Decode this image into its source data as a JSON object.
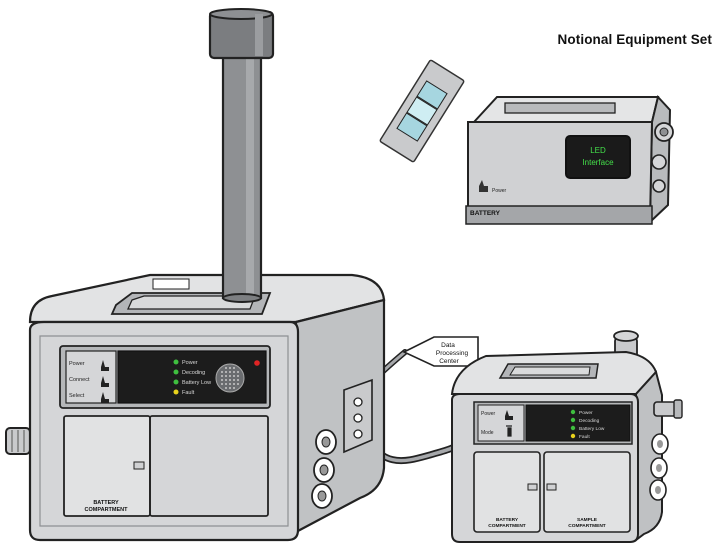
{
  "title": "Notional Equipment Set",
  "large_unit": {
    "button_labels": [
      "Power",
      "Connect",
      "Select"
    ],
    "status_labels": [
      "Power",
      "Decoding",
      "Battery Low",
      "Fault"
    ],
    "compartment_line1": "BATTERY",
    "compartment_line2": "COMPARTMENT"
  },
  "data_center": {
    "line1": "Data",
    "line2": "Processing",
    "line3": "Center"
  },
  "small_unit": {
    "button_labels": [
      "Power",
      "Mode"
    ],
    "status_labels": [
      "Power",
      "Decoding",
      "Battery Low",
      "Fault"
    ],
    "battery_line1": "BATTERY",
    "battery_line2": "COMPARTMENT",
    "sample_line1": "SAMPLE",
    "sample_line2": "COMPARTMENT"
  },
  "battery_box": {
    "led_line1": "LED",
    "led_line2": "Interface",
    "power_label": "Power",
    "battery_label": "BATTERY"
  },
  "colors": {
    "body": "#d5d6d8",
    "body_dark": "#a9abae",
    "panel": "#1c1c1c",
    "led_green": "#3fbf3f",
    "led_yellow": "#e8d21c",
    "led_red": "#e02424",
    "screen": "#1a1a1a",
    "screen_text": "#44e04a"
  }
}
